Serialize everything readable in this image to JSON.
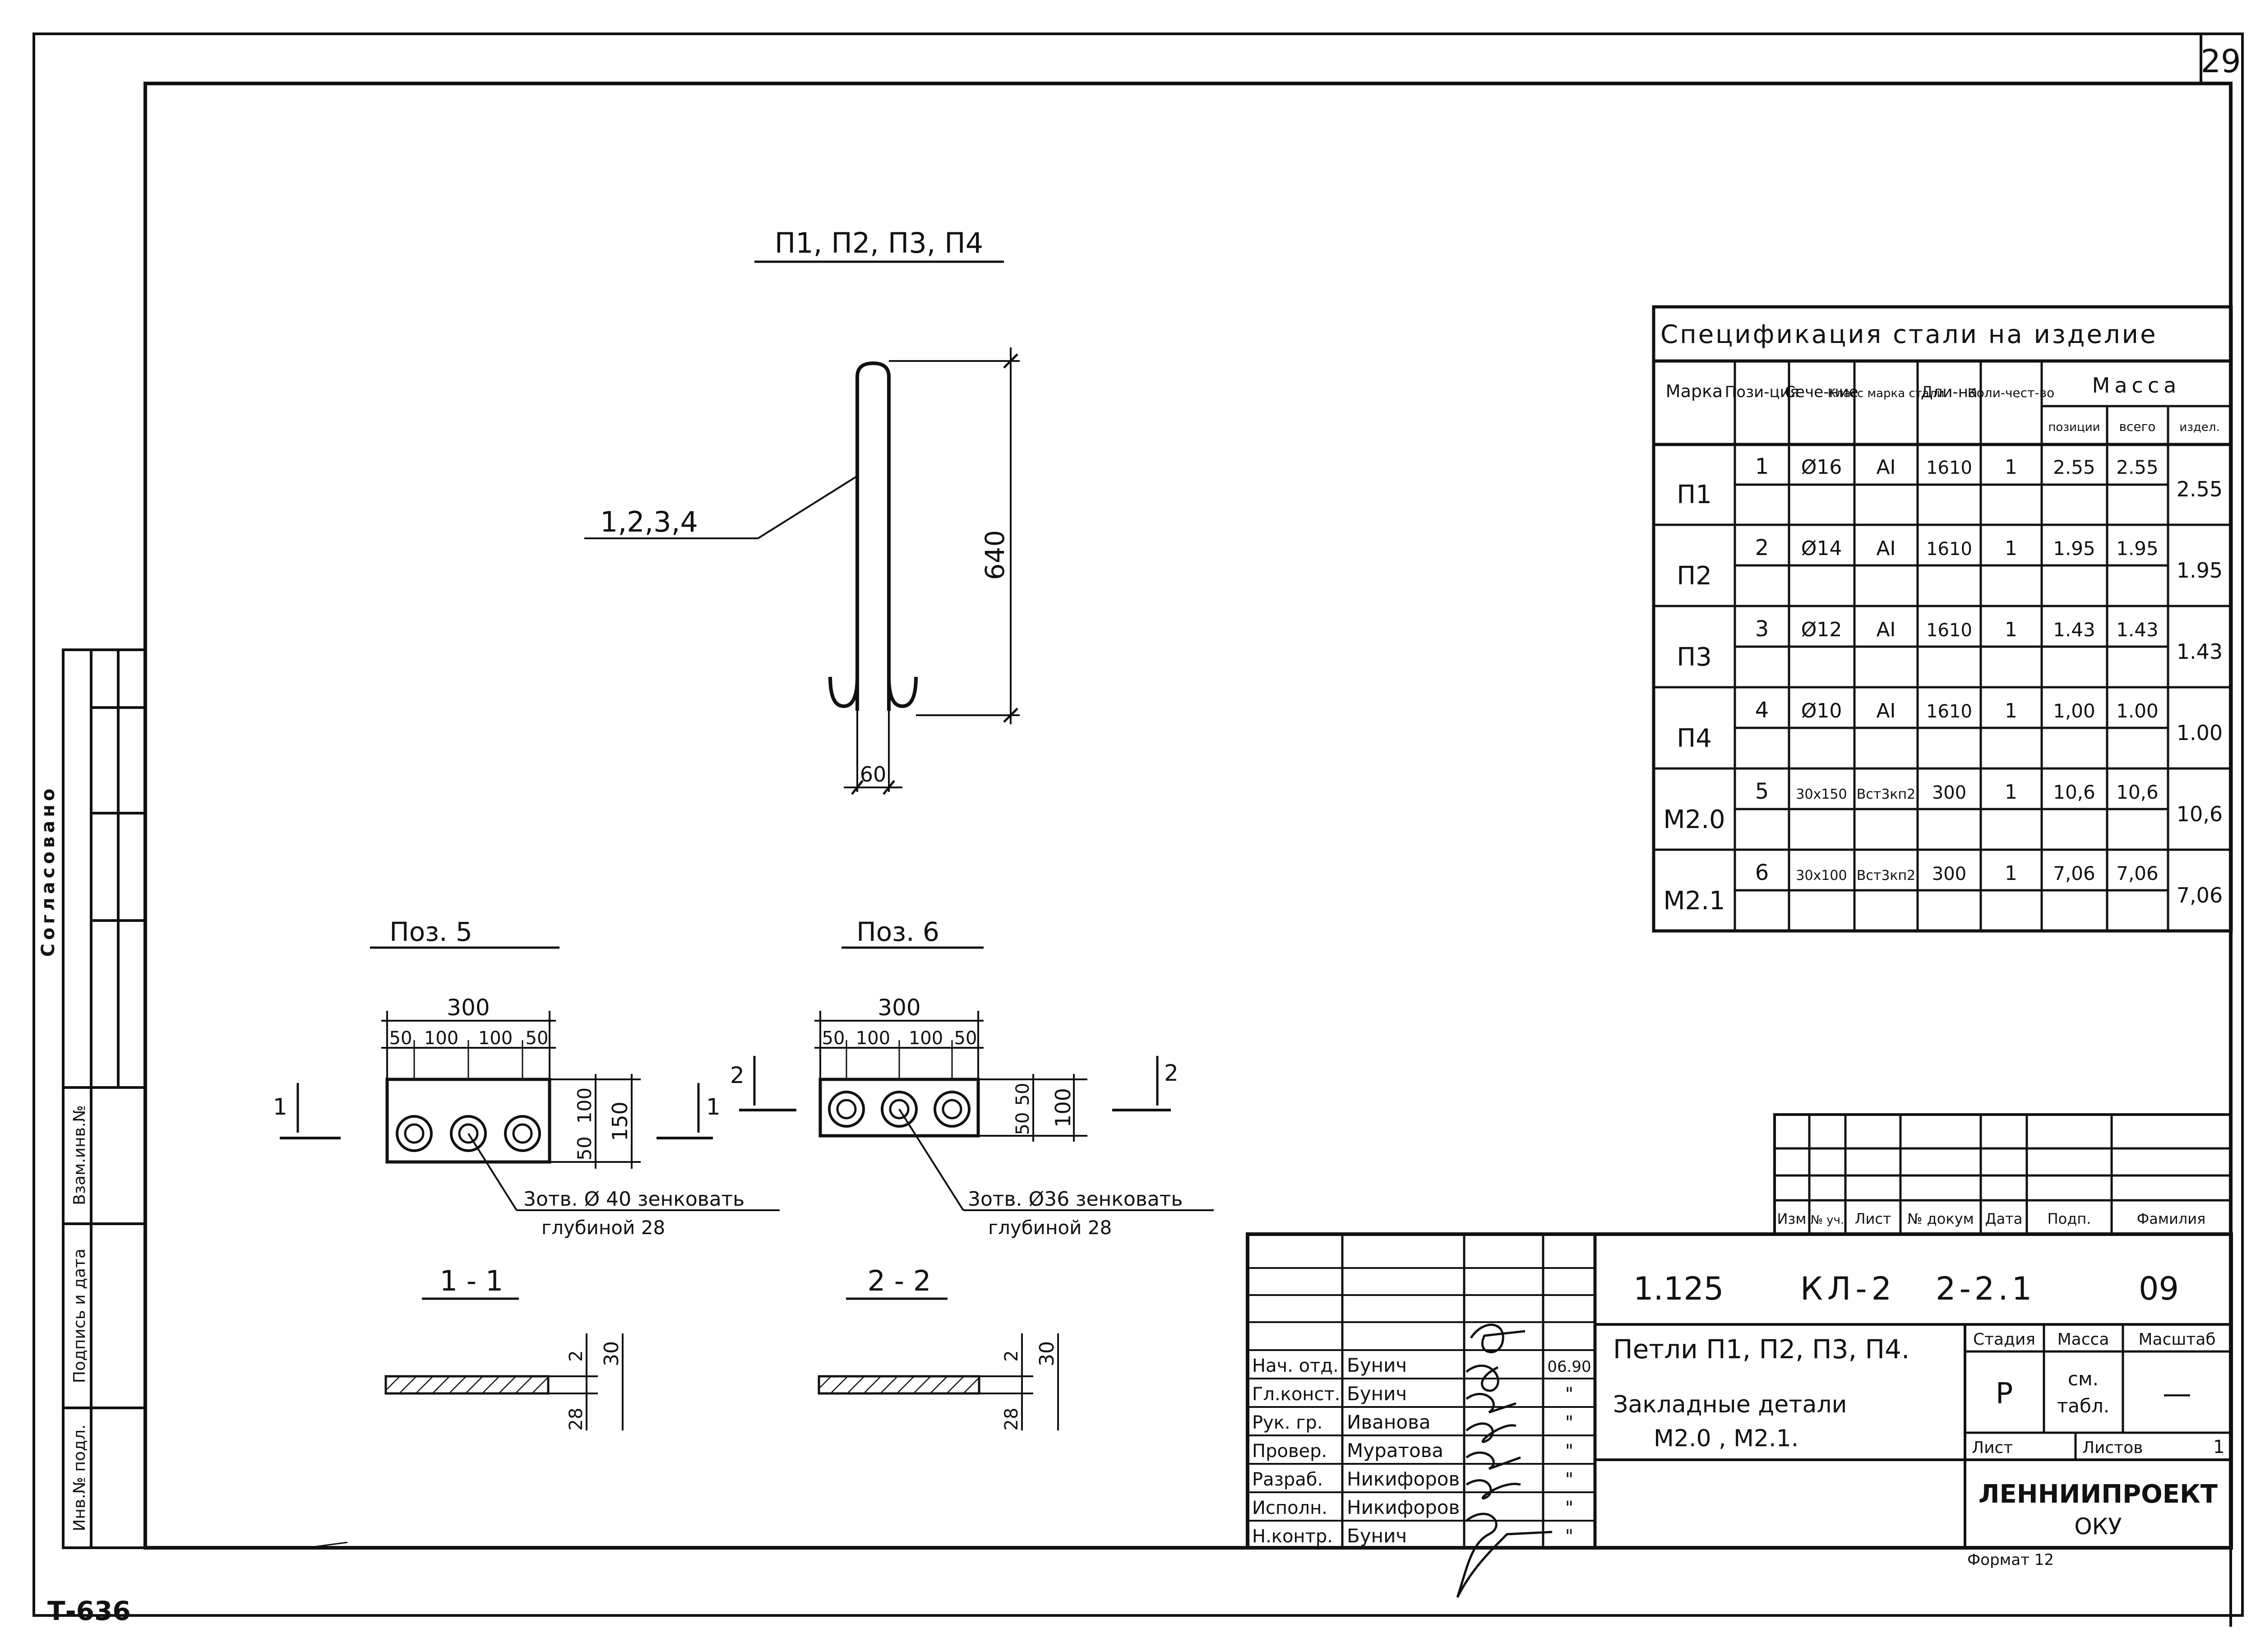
{
  "sheet_number": "29",
  "inventory_code": "Т-636",
  "side_labels": {
    "agreed": "Согласовано",
    "ref_inv": "Взам.инв.№",
    "signature_date": "Подпись и дата",
    "inv_orig": "Инв.№ подл."
  },
  "loop_view": {
    "title": "П1, П2, П3, П4",
    "leader": "1,2,3,4",
    "height_dim": "640",
    "width_dim": "60"
  },
  "pos5": {
    "title": "Поз. 5",
    "overall": "300",
    "spacings": [
      "50",
      "100",
      "100",
      "50"
    ],
    "side_dims": [
      "100",
      "50"
    ],
    "total_height": "150",
    "section_mark": "1",
    "note_line1": "3отв. Ø 40 зенковать",
    "note_line2": "глубиной 28"
  },
  "pos6": {
    "title": "Поз. 6",
    "overall": "300",
    "spacings": [
      "50",
      "100",
      "100",
      "50"
    ],
    "side_dims": [
      "50",
      "50"
    ],
    "total_height": "100",
    "section_mark": "2",
    "note_line1": "3отв. Ø36 зенковать",
    "note_line2": "глубиной 28"
  },
  "section1": {
    "title": "1 - 1",
    "dims": [
      "2",
      "30",
      "28"
    ]
  },
  "section2": {
    "title": "2 - 2",
    "dims": [
      "2",
      "30",
      "28"
    ]
  },
  "spec": {
    "title": "Спецификация стали на изделие",
    "headers": {
      "mark": "Марка",
      "pos": "Пози-ция",
      "section": "Сече-ние",
      "steel": "Класс марка стали",
      "length": "Дли-на",
      "qty": "Коли-чест-во",
      "mass": "Масса",
      "mass_pos": "позиции",
      "mass_total": "всего",
      "mass_item": "издел."
    },
    "rows": [
      {
        "mark": "П1",
        "pos": "1",
        "section": "Ø16",
        "steel": "АI",
        "length": "1610",
        "qty": "1",
        "mass_pos": "2.55",
        "mass_total": "2.55",
        "mass_item": "2.55"
      },
      {
        "mark": "П2",
        "pos": "2",
        "section": "Ø14",
        "steel": "АI",
        "length": "1610",
        "qty": "1",
        "mass_pos": "1.95",
        "mass_total": "1.95",
        "mass_item": "1.95"
      },
      {
        "mark": "П3",
        "pos": "3",
        "section": "Ø12",
        "steel": "АI",
        "length": "1610",
        "qty": "1",
        "mass_pos": "1.43",
        "mass_total": "1.43",
        "mass_item": "1.43"
      },
      {
        "mark": "П4",
        "pos": "4",
        "section": "Ø10",
        "steel": "АI",
        "length": "1610",
        "qty": "1",
        "mass_pos": "1,00",
        "mass_total": "1.00",
        "mass_item": "1.00"
      },
      {
        "mark": "М2.0",
        "pos": "5",
        "section": "30х150",
        "steel": "Вст3кп2",
        "length": "300",
        "qty": "1",
        "mass_pos": "10,6",
        "mass_total": "10,6",
        "mass_item": "10,6"
      },
      {
        "mark": "М2.1",
        "pos": "6",
        "section": "30х100",
        "steel": "Вст3кп2",
        "length": "300",
        "qty": "1",
        "mass_pos": "7,06",
        "mass_total": "7,06",
        "mass_item": "7,06"
      }
    ]
  },
  "revision_block": {
    "headers": [
      "Изм",
      "№ уч.",
      "Лист",
      "№ докум",
      "Дата",
      "Подп.",
      "Фамилия"
    ]
  },
  "title_block": {
    "code_parts": [
      "1.125",
      "КЛ-2",
      "2-2.1",
      "09"
    ],
    "name_line1": "Петли П1, П2, П3, П4.",
    "name_line2": "Закладные детали",
    "name_line3": "М2.0 , М2.1.",
    "stage_label": "Стадия",
    "mass_label": "Масса",
    "scale_label": "Масштаб",
    "stage_value": "Р",
    "mass_value_l1": "см.",
    "mass_value_l2": "табл.",
    "scale_value": "—",
    "sheet_label": "Лист",
    "sheets_label": "Листов",
    "sheets_value": "1",
    "org_name": "ЛЕННИИПРОЕКТ",
    "org_dept": "ОКУ",
    "format": "Формат 12",
    "date": "06.90",
    "ditto": "\"",
    "signers": [
      {
        "role": "Нач. отд.",
        "name": "Бунич"
      },
      {
        "role": "Гл.конст.",
        "name": "Бунич"
      },
      {
        "role": "Рук. гр.",
        "name": "Иванова"
      },
      {
        "role": "Провер.",
        "name": "Муратова"
      },
      {
        "role": "Разраб.",
        "name": "Никифоров"
      },
      {
        "role": "Исполн.",
        "name": "Никифоров"
      },
      {
        "role": "Н.контр.",
        "name": "Бунич"
      }
    ]
  }
}
